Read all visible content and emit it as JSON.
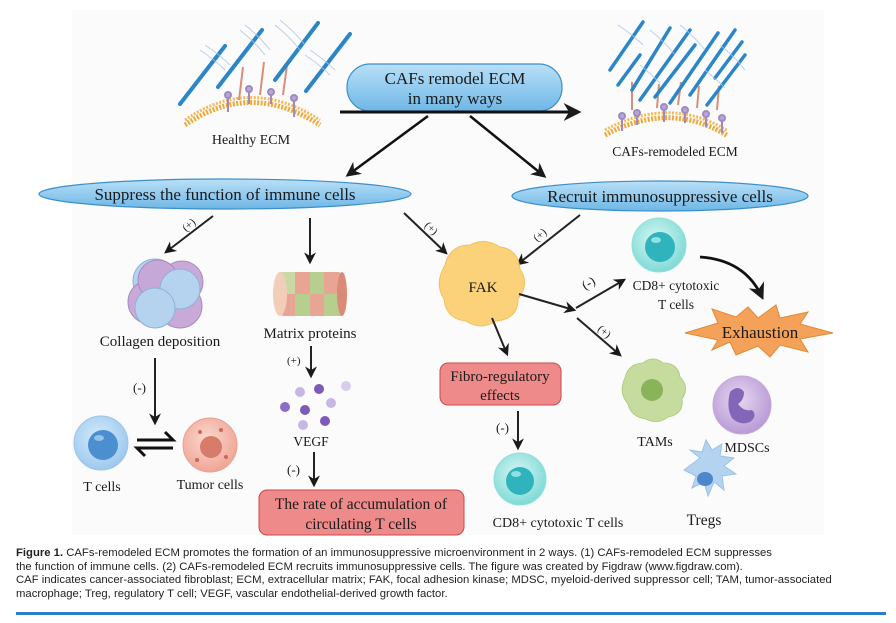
{
  "figure": {
    "top": {
      "healthy_ecm_label": "Healthy ECM",
      "center_pill_line1": "CAFs remodel ECM",
      "center_pill_line2": "in many ways",
      "remodeled_ecm_label": "CAFs-remodeled ECM"
    },
    "branches": {
      "left": "Suppress the function of immune cells",
      "right": "Recruit immunosuppressive cells"
    },
    "signs": {
      "plus": "(+)",
      "minus": "(-)"
    },
    "left_branch": {
      "collagen_label": "Collagen deposition",
      "matrix_label": "Matrix proteins",
      "vegf_label": "VEGF",
      "t_cells_label": "T cells",
      "tumor_cells_label": "Tumor cells",
      "accumulation_line1": "The rate of accumulation of",
      "accumulation_line2": "circulating T cells"
    },
    "center": {
      "fak_label": "FAK",
      "fibro_line1": "Fibro-regulatory",
      "fibro_line2": "effects",
      "cd8_bottom_label": "CD8+ cytotoxic T cells"
    },
    "right_branch": {
      "cd8_line1": "CD8+ cytotoxic",
      "cd8_line2": "T cells",
      "exhaustion_label": "Exhaustion",
      "tams_label": "TAMs",
      "mdscs_label": "MDSCs",
      "tregs_label": "Tregs"
    },
    "colors": {
      "pill_blue": "#8ec8ee",
      "pill_border": "#3b8fcc",
      "red_box": "#ef8a8a",
      "red_border": "#c94a4a",
      "exhaustion": "#f4a25a",
      "fak": "#fbd27a",
      "rule": "#2a7fc6"
    }
  },
  "caption": {
    "label": "Figure 1.",
    "line1": "CAFs-remodeled ECM promotes the formation of an immunosuppressive microenvironment in 2 ways. (1) CAFs-remodeled ECM suppresses",
    "line2": "the function of immune cells. (2) CAFs-remodeled ECM recruits immunosuppressive cells. The figure was created by Figdraw (www.figdraw.com).",
    "line3": "CAF indicates cancer-associated fibroblast; ECM, extracellular matrix; FAK, focal adhesion kinase; MDSC, myeloid-derived suppressor cell; TAM, tumor-associated",
    "line4": "macrophage; Treg, regulatory T cell; VEGF, vascular endothelial-derived growth factor."
  }
}
